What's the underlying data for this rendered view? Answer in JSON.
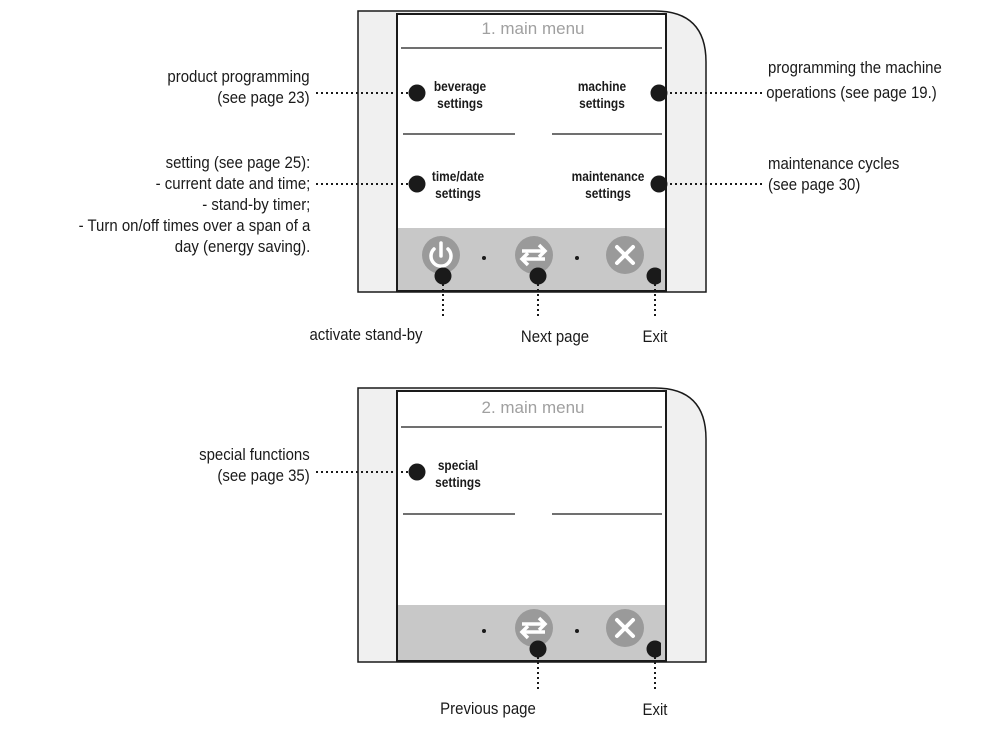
{
  "panel1": {
    "title": "1. main menu",
    "buttons": {
      "beverage": [
        "beverage",
        "settings"
      ],
      "machine": [
        "machine",
        "settings"
      ],
      "timedate": [
        "time/date",
        "settings"
      ],
      "maintenance": [
        "maintenance",
        "settings"
      ]
    },
    "bottom_icons": [
      "power-icon",
      "swap-arrows-icon",
      "close-icon"
    ],
    "separator_dot": "·"
  },
  "panel2": {
    "title": "2. main menu",
    "buttons": {
      "special": [
        "special",
        "settings"
      ]
    },
    "bottom_icons": [
      "swap-arrows-icon",
      "close-icon"
    ],
    "separator_dot": "·"
  },
  "callouts": {
    "product_programming": [
      "product programming",
      "(see page 23)"
    ],
    "machine_operations": [
      "programming the machine",
      "operations (see page 19.)"
    ],
    "setting": [
      "setting (see page 25):",
      "- current date and time;",
      "- stand-by timer;",
      "- Turn on/off times over a span of a",
      "day (energy saving)."
    ],
    "maintenance_cycles": [
      "maintenance cycles",
      "(see page 30)"
    ],
    "standby": "activate stand-by",
    "next_page": "Next page",
    "exit1": "Exit",
    "special_functions": [
      "special functions",
      "(see page 35)"
    ],
    "previous_page": "Previous page",
    "exit2": "Exit"
  },
  "colors": {
    "frame_fill": "#f0f0f0",
    "bottom_bar": "#c8c8c8",
    "icon_fill": "#9a9a9a",
    "dot": "#1a1a1a",
    "title_text": "#a0a0a0"
  }
}
